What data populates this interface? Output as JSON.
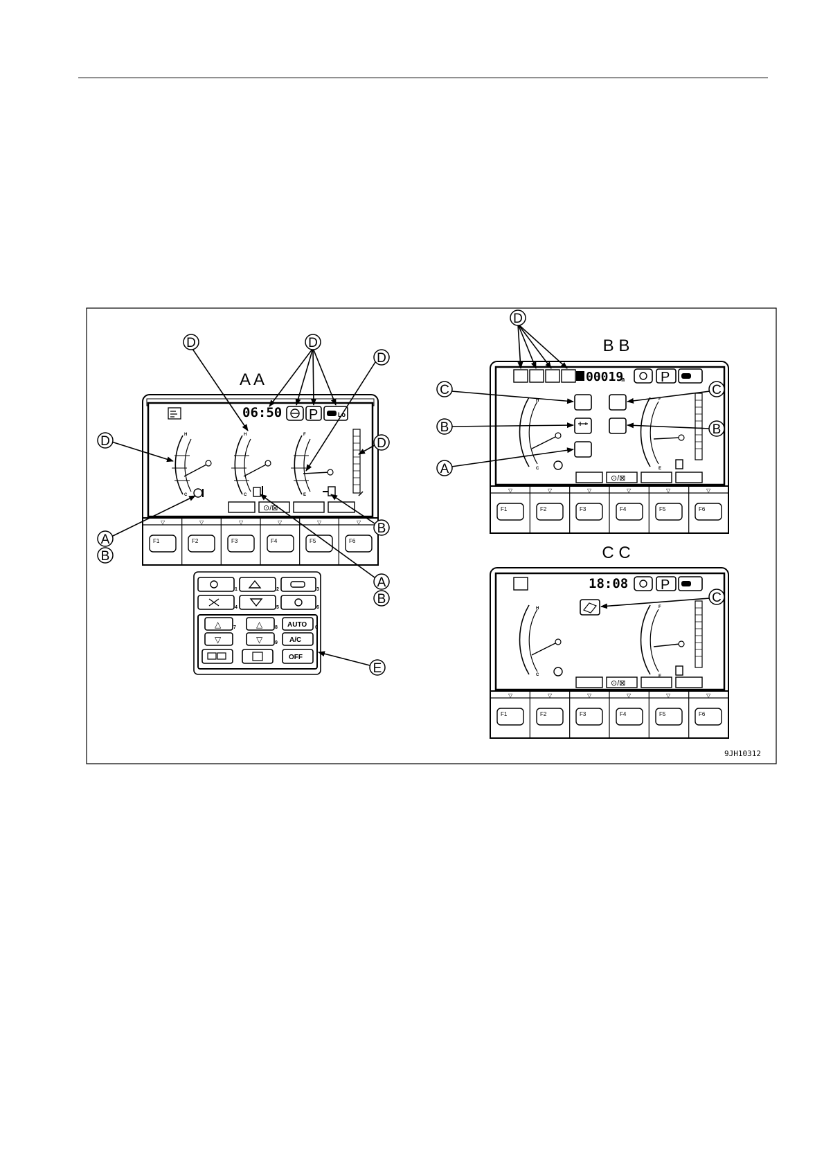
{
  "figure": {
    "code": "9JH10312",
    "views": [
      {
        "id": "AA",
        "title": "A A",
        "clock": "06:50"
      },
      {
        "id": "BB",
        "title": "B B",
        "clock": "00019",
        "clock_unit": "h"
      },
      {
        "id": "CC",
        "title": "C C",
        "clock": "18:08"
      }
    ],
    "function_keys": [
      "F1",
      "F2",
      "F3",
      "F4",
      "F5",
      "F6"
    ],
    "gear_letter": "P",
    "gauge_marks": {
      "h": "H",
      "c": "C",
      "f": "F",
      "e": "E"
    },
    "callouts": {
      "A": "A",
      "B": "B",
      "C": "C",
      "D": "D",
      "E": "E"
    },
    "switch_panel": {
      "numbers": [
        "1",
        "2",
        "3",
        "4",
        "5",
        "6",
        "7",
        "8",
        "9",
        "0"
      ],
      "auto_label": "AUTO",
      "ac_label": "A/C",
      "off_label": "OFF"
    }
  }
}
